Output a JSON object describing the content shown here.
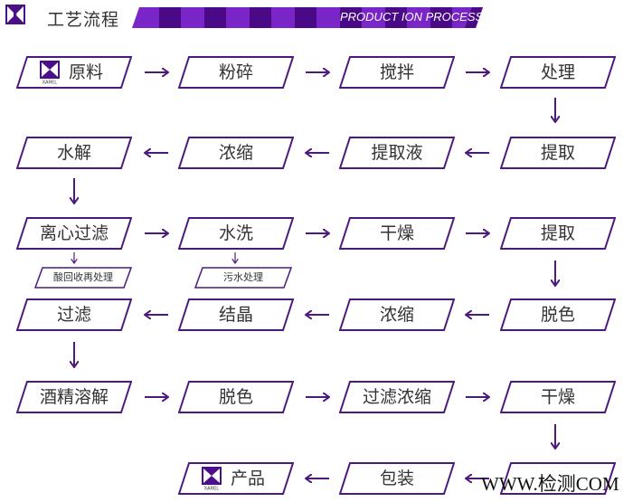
{
  "header": {
    "title": "工艺流程",
    "subtitle": "PRODUCT ION PROCESS",
    "logo_icon": "xarel-logo-icon"
  },
  "colors": {
    "accent": "#4b0f8a",
    "stripe_light": "#7a25c8",
    "stripe_dark": "#4a0a88",
    "box_border": "#4b1a7e",
    "arrow": "#4b1a7e",
    "text": "#333333"
  },
  "brand": {
    "logo_text": "XAREL"
  },
  "nodes": [
    {
      "id": "raw",
      "label": "原料",
      "row": 1,
      "col": 1,
      "logo": true
    },
    {
      "id": "crush",
      "label": "粉碎",
      "row": 1,
      "col": 2
    },
    {
      "id": "stir",
      "label": "搅拌",
      "row": 1,
      "col": 3
    },
    {
      "id": "treat",
      "label": "处理",
      "row": 1,
      "col": 4
    },
    {
      "id": "extract1",
      "label": "提取",
      "row": 2,
      "col": 4
    },
    {
      "id": "extract_liquid",
      "label": "提取液",
      "row": 2,
      "col": 3
    },
    {
      "id": "concentrate1",
      "label": "浓缩",
      "row": 2,
      "col": 2
    },
    {
      "id": "hydrolysis",
      "label": "水解",
      "row": 2,
      "col": 1
    },
    {
      "id": "centrifuge",
      "label": "离心过滤",
      "row": 3,
      "col": 1
    },
    {
      "id": "wash",
      "label": "水洗",
      "row": 3,
      "col": 2
    },
    {
      "id": "dry1",
      "label": "干燥",
      "row": 3,
      "col": 3
    },
    {
      "id": "extract2",
      "label": "提取",
      "row": 3,
      "col": 4
    },
    {
      "id": "decolor1",
      "label": "脱色",
      "row": 4,
      "col": 4
    },
    {
      "id": "concentrate2",
      "label": "浓缩",
      "row": 4,
      "col": 3
    },
    {
      "id": "crystallize",
      "label": "结晶",
      "row": 4,
      "col": 2
    },
    {
      "id": "filter",
      "label": "过滤",
      "row": 4,
      "col": 1
    },
    {
      "id": "alcohol",
      "label": "酒精溶解",
      "row": 5,
      "col": 1
    },
    {
      "id": "decolor2",
      "label": "脱色",
      "row": 5,
      "col": 2
    },
    {
      "id": "filter_conc",
      "label": "过滤浓缩",
      "row": 5,
      "col": 3
    },
    {
      "id": "dry2",
      "label": "干燥",
      "row": 5,
      "col": 4
    },
    {
      "id": "inspect",
      "label": "",
      "row": 6,
      "col": 4
    },
    {
      "id": "package",
      "label": "包装",
      "row": 6,
      "col": 3
    },
    {
      "id": "product",
      "label": "产品",
      "row": 6,
      "col": 2,
      "logo": true
    }
  ],
  "side_nodes": [
    {
      "id": "acid_recycle",
      "label": "酸回收再处理",
      "under": "centrifuge"
    },
    {
      "id": "wastewater",
      "label": "污水处理",
      "under": "wash"
    }
  ],
  "edges": [
    [
      "raw",
      "crush"
    ],
    [
      "crush",
      "stir"
    ],
    [
      "stir",
      "treat"
    ],
    [
      "treat",
      "extract1"
    ],
    [
      "extract1",
      "extract_liquid"
    ],
    [
      "extract_liquid",
      "concentrate1"
    ],
    [
      "concentrate1",
      "hydrolysis"
    ],
    [
      "hydrolysis",
      "centrifuge"
    ],
    [
      "centrifuge",
      "wash"
    ],
    [
      "wash",
      "dry1"
    ],
    [
      "dry1",
      "extract2"
    ],
    [
      "extract2",
      "decolor1"
    ],
    [
      "decolor1",
      "concentrate2"
    ],
    [
      "concentrate2",
      "crystallize"
    ],
    [
      "crystallize",
      "filter"
    ],
    [
      "filter",
      "alcohol"
    ],
    [
      "alcohol",
      "decolor2"
    ],
    [
      "decolor2",
      "filter_conc"
    ],
    [
      "filter_conc",
      "dry2"
    ],
    [
      "dry2",
      "inspect"
    ],
    [
      "inspect",
      "package"
    ],
    [
      "package",
      "product"
    ],
    [
      "centrifuge",
      "acid_recycle"
    ],
    [
      "wash",
      "wastewater"
    ]
  ],
  "watermark": "WWW.检测COM"
}
